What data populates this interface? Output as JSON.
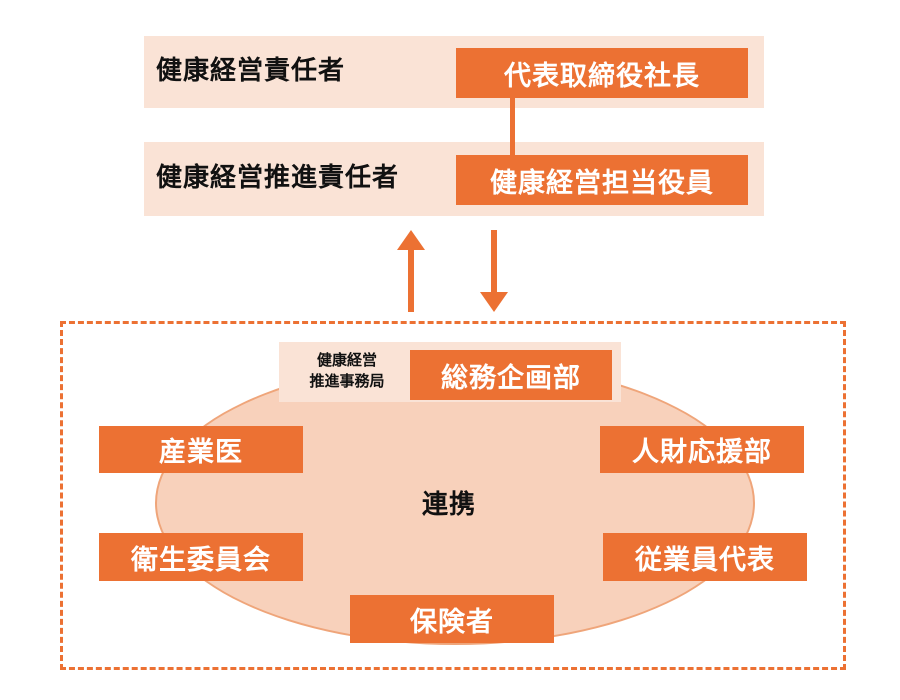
{
  "leadership": {
    "row1": {
      "role": "健康経営責任者",
      "holder": "代表取締役社長"
    },
    "row2": {
      "role": "健康経営推進責任者",
      "holder": "健康経営担当役員"
    }
  },
  "network": {
    "office_label_line1": "健康経営",
    "office_label_line2": "推進事務局",
    "office": "総務企画部",
    "center": "連携",
    "nodes": {
      "industrial_physician": "産業医",
      "hr_support": "人財応援部",
      "health_committee": "衛生委員会",
      "employee_rep": "従業員代表",
      "insurer": "保険者"
    }
  },
  "colors": {
    "accent": "#ec7133",
    "band": "#fae3d6",
    "ellipse_fill": "#f8d1bb",
    "ellipse_stroke": "#efa57a",
    "node_text": "#ffffff"
  }
}
